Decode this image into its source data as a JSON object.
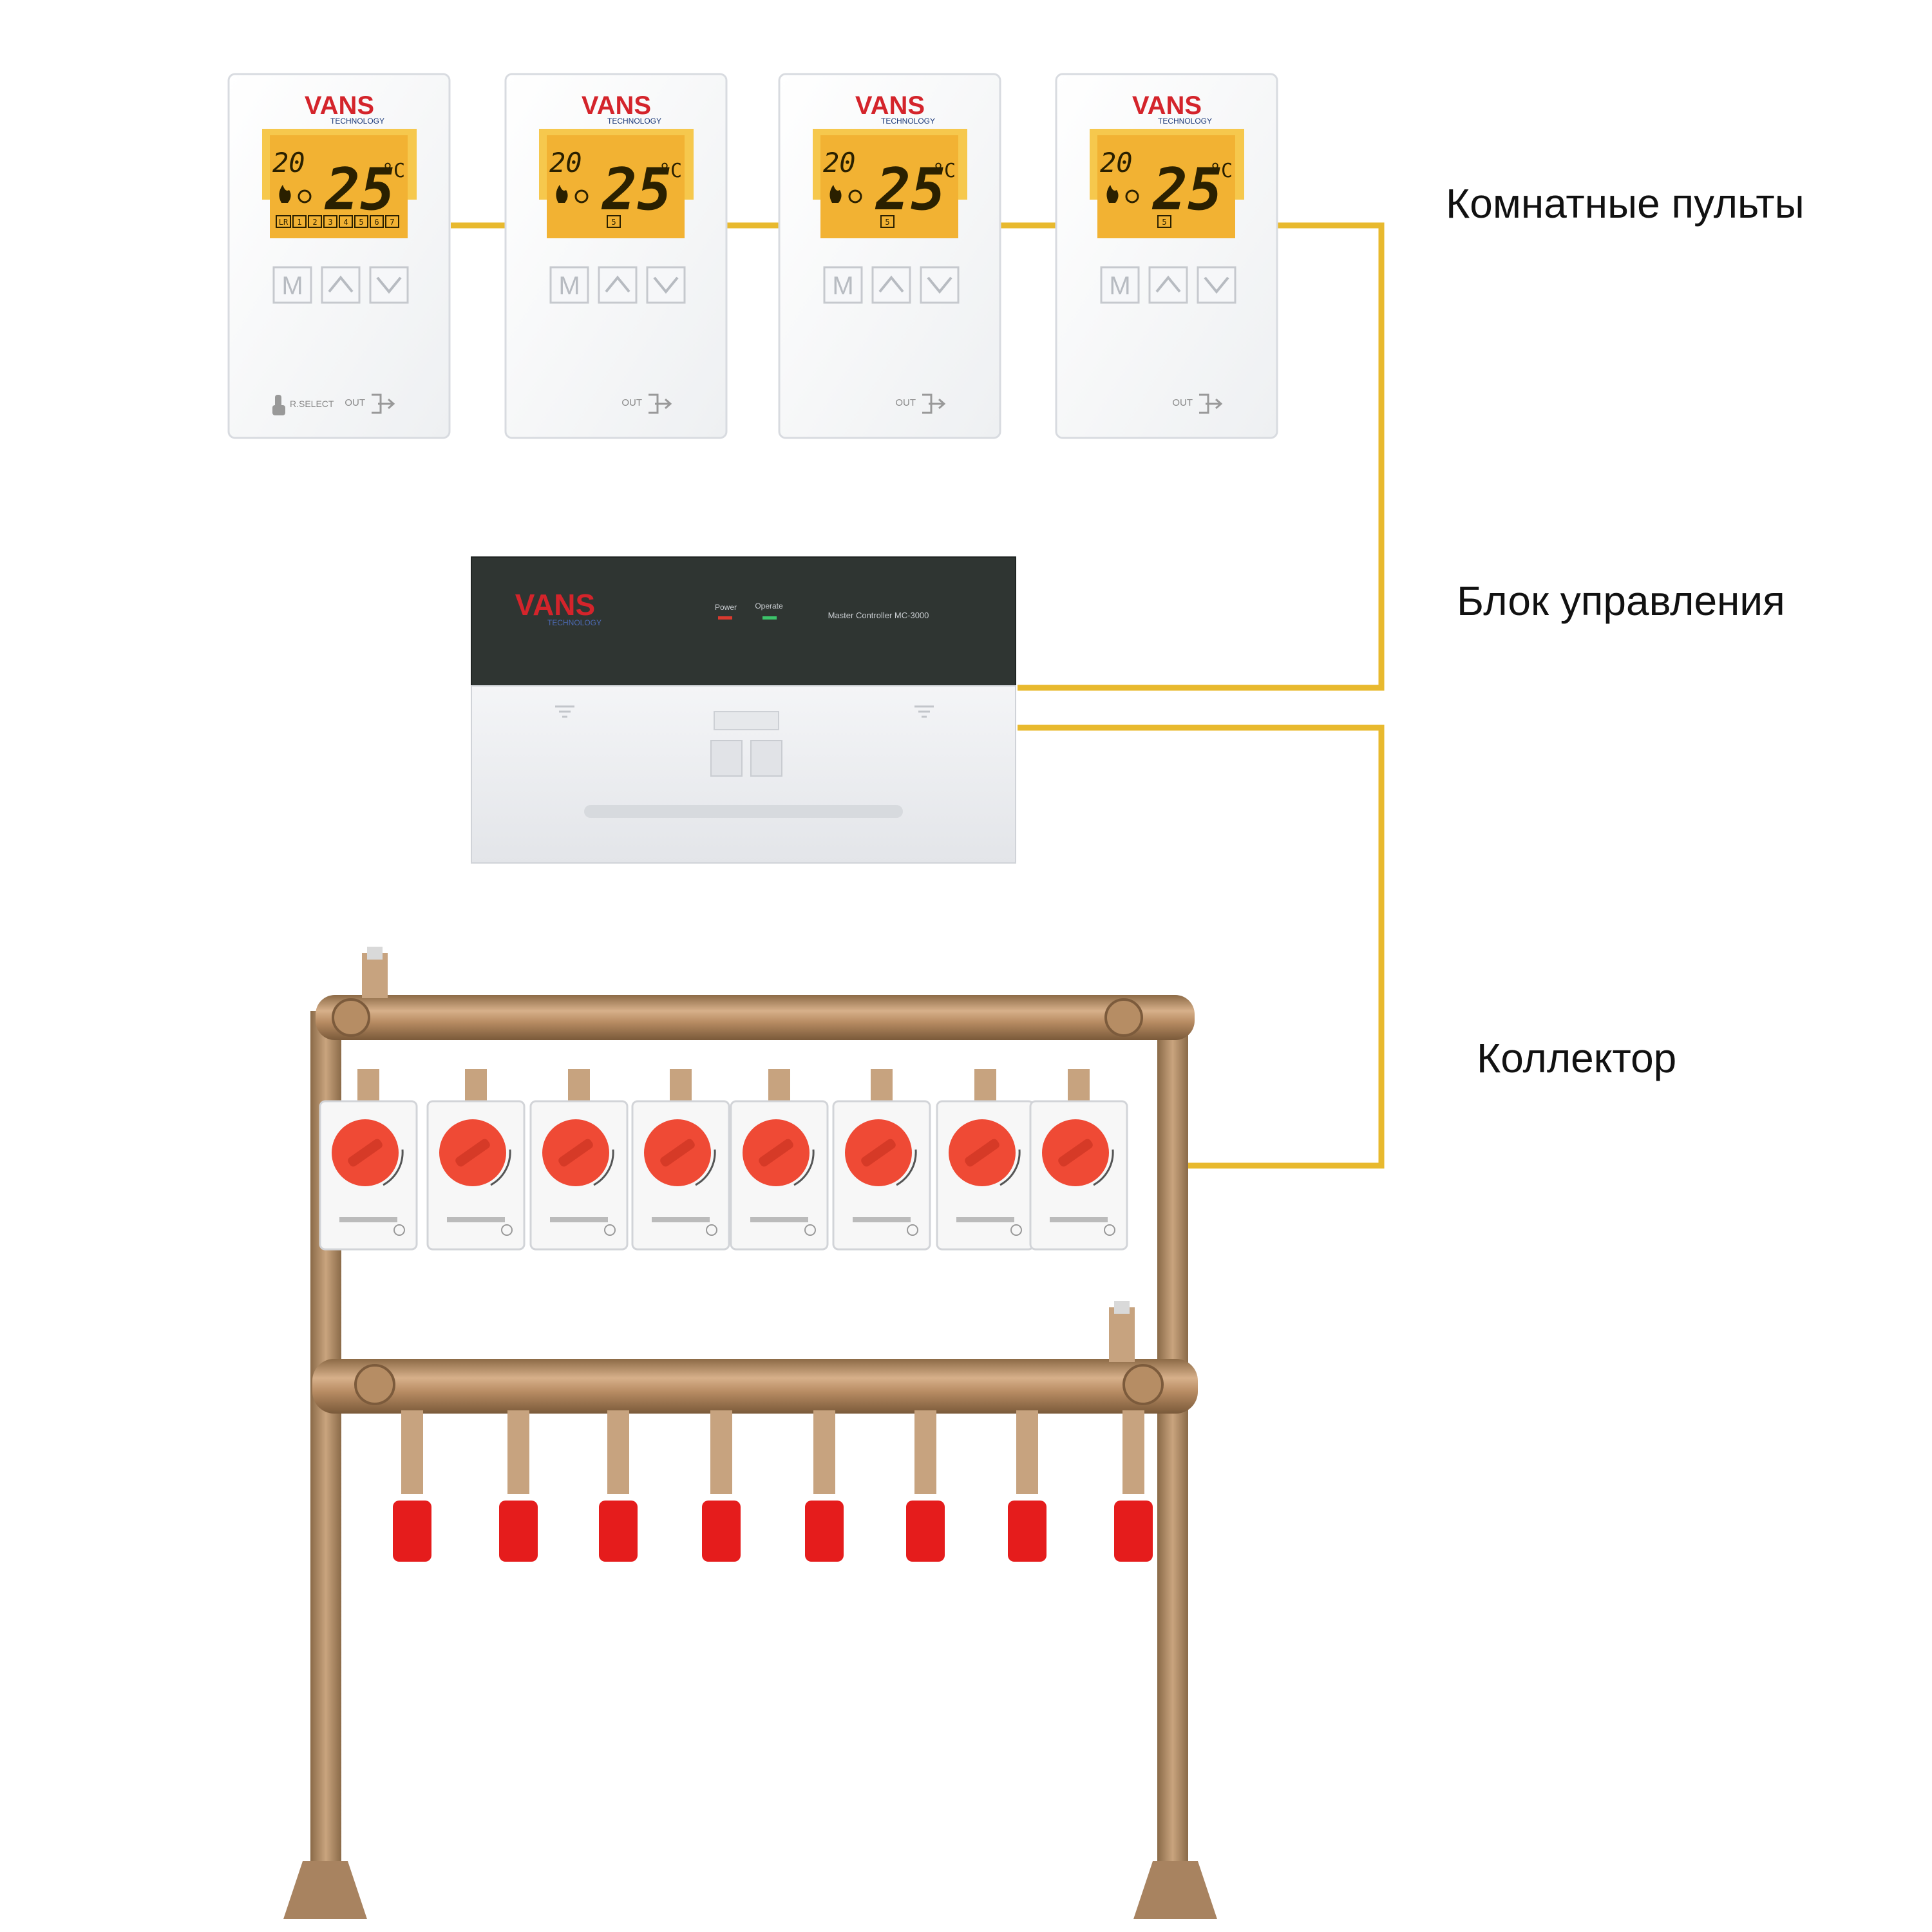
{
  "labels": {
    "room_panels": "Комнатные пульты",
    "control_unit": "Блок управления",
    "manifold": "Коллектор"
  },
  "thermostat": {
    "brand": "VANS",
    "brand_sub": "TECHNOLOGY",
    "set_temp": "20",
    "current_temp": "25",
    "unit": "°C",
    "mode_button": "M",
    "out_label": "OUT",
    "select_label": "R.SELECT",
    "zone_number": "5",
    "lr_label": "LR",
    "days": [
      "1",
      "2",
      "3",
      "4",
      "5",
      "6",
      "7"
    ]
  },
  "controller": {
    "brand": "VANS",
    "brand_sub": "TECHNOLOGY",
    "power_label": "Power",
    "operate_label": "Operate",
    "model": "Master Controller MC-3000"
  },
  "colors": {
    "wire": "#e8b92e",
    "lcd": "#f2b233",
    "brand_red": "#d4242b",
    "brass": "#b58a5e",
    "actuator_red": "#ef4a35"
  }
}
